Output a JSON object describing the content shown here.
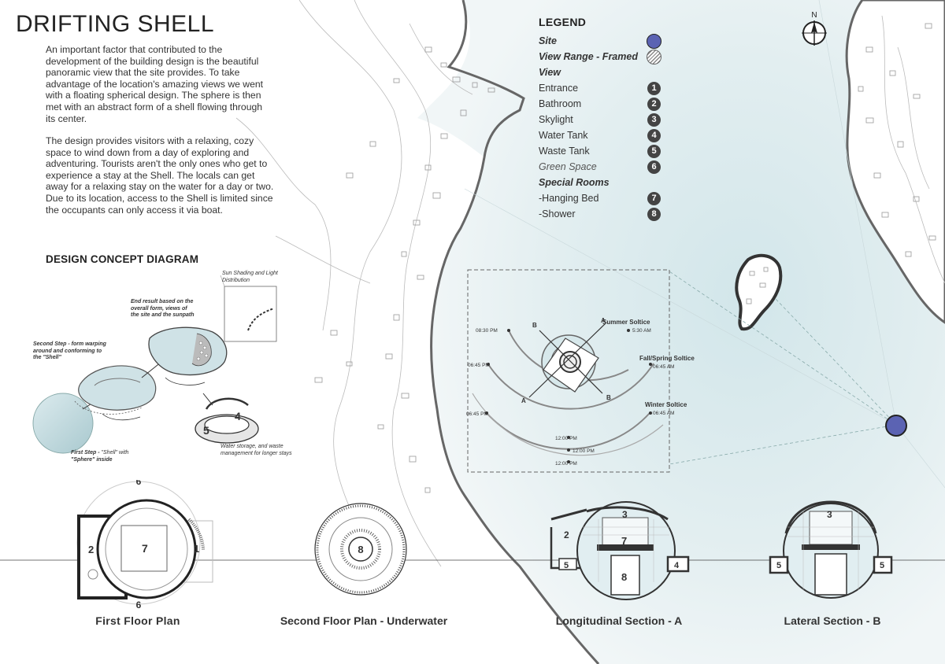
{
  "title": "DRIFTING SHELL",
  "intro": {
    "paragraph1": "An important factor that contributed to the development of the building design is the beautiful panoramic view that the site provides. To take advantage of the location's amazing views we went with a floating spherical design. The sphere is then met with an abstract form of a shell flowing through its center.",
    "paragraph2": "The design provides visitors with a relaxing, cozy space to wind down from a day of exploring and adventuring. Tourists aren't the only ones who get to experience a stay at the Shell. The locals can get away for a relaxing stay on the water for a day or two. Due to its location, access to the Shell is limited since the occupants can only access it via boat."
  },
  "concept": {
    "heading": "DESIGN CONCEPT DIAGRAM",
    "step1_a": "First Step - ",
    "step1_b": "\"Shell\" with",
    "step1_c": "\"Sphere\" inside",
    "step2_a": "Second Step - form warping",
    "step2_b": "around and conforming to",
    "step2_c": "the \"Shell\"",
    "end_a": "End result based on the",
    "end_b": "overall form, views of",
    "end_c": "the site and the sunpath",
    "sun_a": "Sun Shading and Light",
    "sun_b": "Distribution",
    "water_a": "Water storage, and waste",
    "water_b": "management for longer stays",
    "num4": "4",
    "num5": "5"
  },
  "legend": {
    "title": "LEGEND",
    "site": "Site",
    "view_range_1": "View Range - Framed",
    "view_range_2": "View",
    "rooms": [
      {
        "label": "Entrance",
        "num": "1"
      },
      {
        "label": "Bathroom",
        "num": "2"
      },
      {
        "label": "Skylight",
        "num": "3"
      },
      {
        "label": "Water Tank",
        "num": "4"
      },
      {
        "label": "Waste Tank",
        "num": "5"
      },
      {
        "label": "Green Space",
        "num": "6"
      }
    ],
    "special_title": "Special Rooms",
    "special": [
      {
        "label": "-Hanging Bed",
        "num": "7"
      },
      {
        "label": "-Shower",
        "num": "8"
      }
    ]
  },
  "compass": {
    "north": "N"
  },
  "sunpath": {
    "summer": "Summer Soltice",
    "summer_time": "5:30 AM",
    "fall": "Fall/Spring Soltice",
    "fall_time": "06:45 AM",
    "winter": "Winter Soltice",
    "winter_time": "06:45 AM",
    "pm_summer": "08:30 PM",
    "pm_fall": "06:45 PM",
    "pm_winter": "06:45 PM",
    "noon1": "12:00 PM",
    "noon2": "12:00 PM",
    "noon3": "12:00 PM",
    "sec_a": "A",
    "sec_b": "B"
  },
  "plans": {
    "first_caption": "First Floor Plan",
    "second_caption": "Second Floor Plan - Underwater",
    "long_caption": "Longitudinal Section - A",
    "lat_caption": "Lateral Section - B",
    "n1": "1",
    "n2": "2",
    "n3": "3",
    "n4": "4",
    "n5": "5",
    "n6": "6",
    "n7": "7",
    "n8": "8"
  },
  "colors": {
    "water": "#dbe9ec",
    "site_dot": "#5b63b3",
    "badge": "#444444",
    "sphere": "#c9dfe3"
  }
}
